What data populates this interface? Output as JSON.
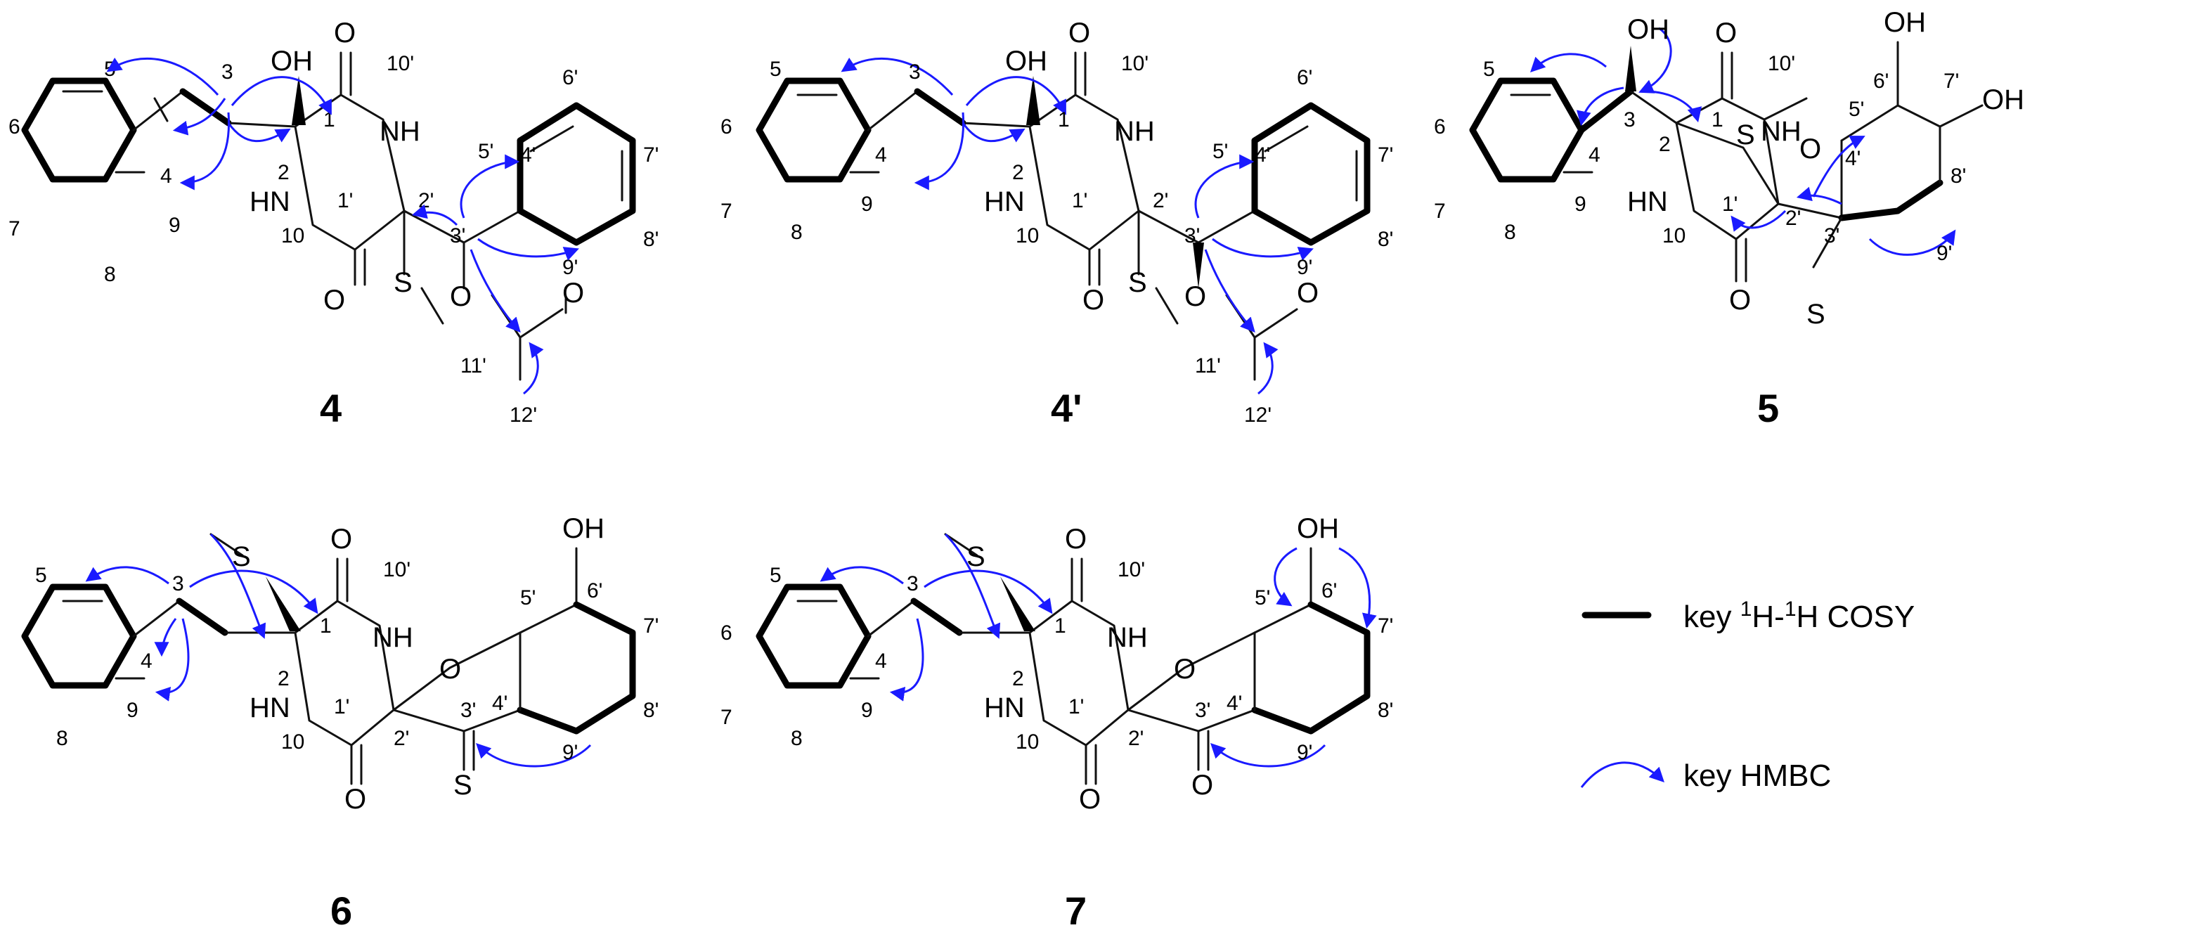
{
  "compounds": [
    {
      "id": "4",
      "label": "4"
    },
    {
      "id": "4p",
      "label": "4'"
    },
    {
      "id": "5",
      "label": "5"
    },
    {
      "id": "6",
      "label": "6"
    },
    {
      "id": "7",
      "label": "7"
    }
  ],
  "atoms": {
    "oh": "OH",
    "o": "O",
    "nh": "NH",
    "hn": "HN",
    "s": "S",
    "oh_partial": "OH"
  },
  "numbers": {
    "n1": "1",
    "n2": "2",
    "n3": "3",
    "n4": "4",
    "n5": "5",
    "n6": "6",
    "n7": "7",
    "n8": "8",
    "n9": "9",
    "n10": "10",
    "n1p": "1'",
    "n2p": "2'",
    "n3p": "3'",
    "n4p": "4'",
    "n5p": "5'",
    "n6p": "6'",
    "n7p": "7'",
    "n8p": "8'",
    "n9p": "9'",
    "n10p": "10'",
    "n11p": "11'",
    "n12p": "12'"
  },
  "legend": {
    "cosy_prefix": "key ",
    "cosy_sup1": "1",
    "cosy_h1": "H-",
    "cosy_sup2": "1",
    "cosy_h2": "H COSY",
    "hmbc": "key HMBC",
    "cosy_color": "#000000",
    "hmbc_color": "#1a1aff"
  }
}
